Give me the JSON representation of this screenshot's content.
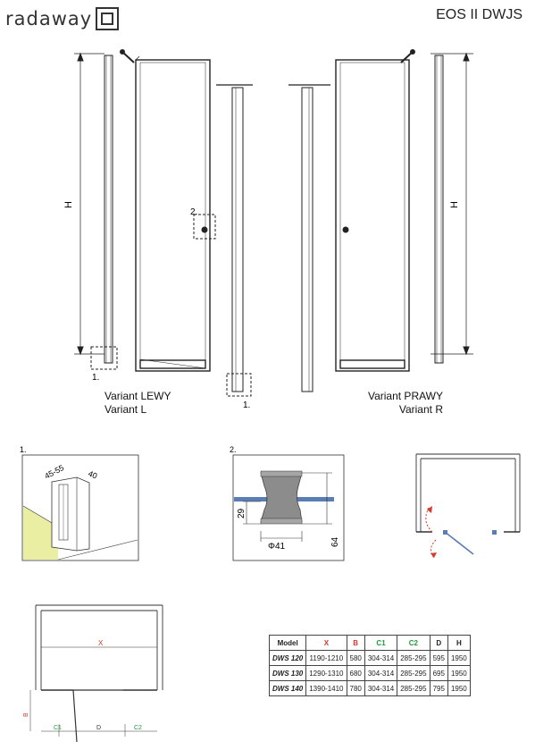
{
  "header": {
    "brand": "radaway",
    "model": "EOS II DWJS"
  },
  "variants": {
    "left": {
      "line1": "Variant LEWY",
      "line2": "Variant L"
    },
    "right": {
      "line1": "Variant PRAWY",
      "line2": "Variant R"
    }
  },
  "labels": {
    "h": "H",
    "detail1": "1.",
    "detail2": "2.",
    "detail1_b": "1."
  },
  "detail1": {
    "label": "1.",
    "dim_a": "45-55",
    "dim_b": "40"
  },
  "detail2": {
    "label": "2.",
    "dim_29": "29",
    "dim_64": "64",
    "dim_phi": "Φ41"
  },
  "plan": {
    "x": "X",
    "b": "B",
    "c1": "C1",
    "c2": "C2",
    "d": "D"
  },
  "colors": {
    "red": "#d23a2a",
    "green": "#1f9a3a",
    "glass": "#5a7db3",
    "wall": "#e9eea3"
  },
  "table": {
    "headers": [
      "Model",
      "X",
      "B",
      "C1",
      "C2",
      "D",
      "H"
    ],
    "rows": [
      [
        "DWS 120",
        "1190-1210",
        "580",
        "304-314",
        "285-295",
        "595",
        "1950"
      ],
      [
        "DWS 130",
        "1290-1310",
        "680",
        "304-314",
        "285-295",
        "695",
        "1950"
      ],
      [
        "DWS 140",
        "1390-1410",
        "780",
        "304-314",
        "285-295",
        "795",
        "1950"
      ]
    ]
  }
}
